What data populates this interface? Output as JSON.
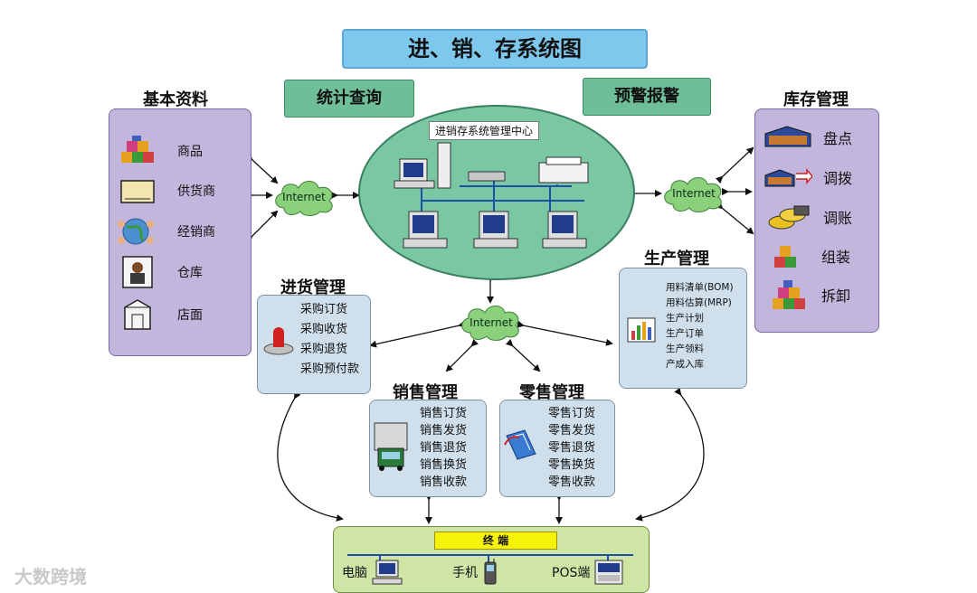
{
  "title": "进、销、存系统图",
  "buttons": {
    "stats": "统计查询",
    "warning": "预警报警"
  },
  "center": {
    "label": "进销存系统管理中心"
  },
  "internet_label": "Internet",
  "basic": {
    "title": "基本资料",
    "items": [
      {
        "label": "商品",
        "icon": "boxes-icon"
      },
      {
        "label": "供货商",
        "icon": "notebook-icon"
      },
      {
        "label": "经销商",
        "icon": "globe-people-icon"
      },
      {
        "label": "仓库",
        "icon": "warehouse-keeper-icon"
      },
      {
        "label": "店面",
        "icon": "shop-icon"
      }
    ]
  },
  "inventory": {
    "title": "库存管理",
    "items": [
      {
        "label": "盘点",
        "icon": "stock-icon"
      },
      {
        "label": "调拨",
        "icon": "transfer-icon"
      },
      {
        "label": "调账",
        "icon": "coins-icon"
      },
      {
        "label": "组装",
        "icon": "assemble-icon"
      },
      {
        "label": "拆卸",
        "icon": "disassemble-icon"
      }
    ]
  },
  "purchase": {
    "title": "进货管理",
    "items": [
      "采购订货",
      "采购收货",
      "采购退货",
      "采购预付款"
    ]
  },
  "production": {
    "title": "生产管理",
    "items": [
      "用料清单(BOM)",
      "用料估算(MRP)",
      "生产计划",
      "生产订单",
      "生产领料",
      "产成入库"
    ]
  },
  "sales": {
    "title": "销售管理",
    "items": [
      "销售订货",
      "销售发货",
      "销售退货",
      "销售换货",
      "销售收款"
    ]
  },
  "retail": {
    "title": "零售管理",
    "items": [
      "零售订货",
      "零售发货",
      "零售退货",
      "零售换货",
      "零售收款"
    ]
  },
  "terminal": {
    "title": "终  端",
    "devices": [
      {
        "label": "电脑",
        "icon": "computer-icon"
      },
      {
        "label": "手机",
        "icon": "phone-icon"
      },
      {
        "label": "POS端",
        "icon": "pos-icon"
      }
    ]
  },
  "watermark": "大数跨境",
  "colors": {
    "title_bg": "#7ec8ee",
    "green_button": "#6fbe9a",
    "oval": "#79c7a3",
    "cloud": "#8bd07a",
    "purple_panel": "#c2b6dc",
    "blue_panel": "#cfdfec",
    "terminal_panel": "#cfe5a6",
    "terminal_bar": "#f7f20a"
  }
}
